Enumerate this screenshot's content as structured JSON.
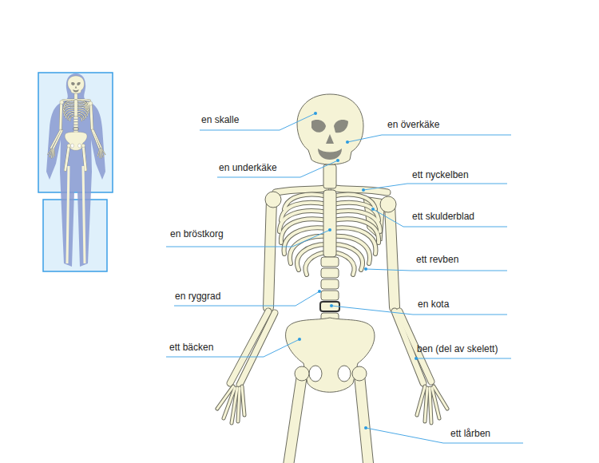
{
  "diagram": {
    "labels": [
      "en skalle",
      "en överkäke",
      "en underkäke",
      "ett nyckelben",
      "ett skulderblad",
      "en bröstkorg",
      "ett revben",
      "en ryggrad",
      "en kota",
      "ett bäcken",
      "ben (del av skelett)",
      "ett lårben"
    ]
  }
}
